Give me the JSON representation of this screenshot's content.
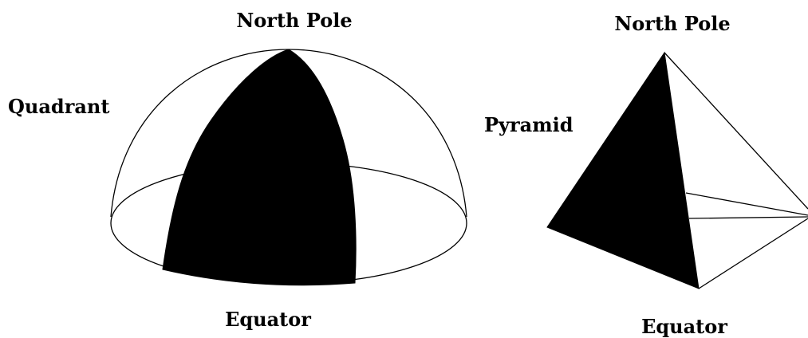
{
  "colors": {
    "ink": "#000000",
    "paper": "#ffffff"
  },
  "hemisphere": {
    "top_label": "North Pole",
    "side_label": "Quadrant",
    "bottom_label": "Equator"
  },
  "pyramid": {
    "top_label": "North Pole",
    "side_label": "Pyramid",
    "bottom_label": "Equator"
  }
}
